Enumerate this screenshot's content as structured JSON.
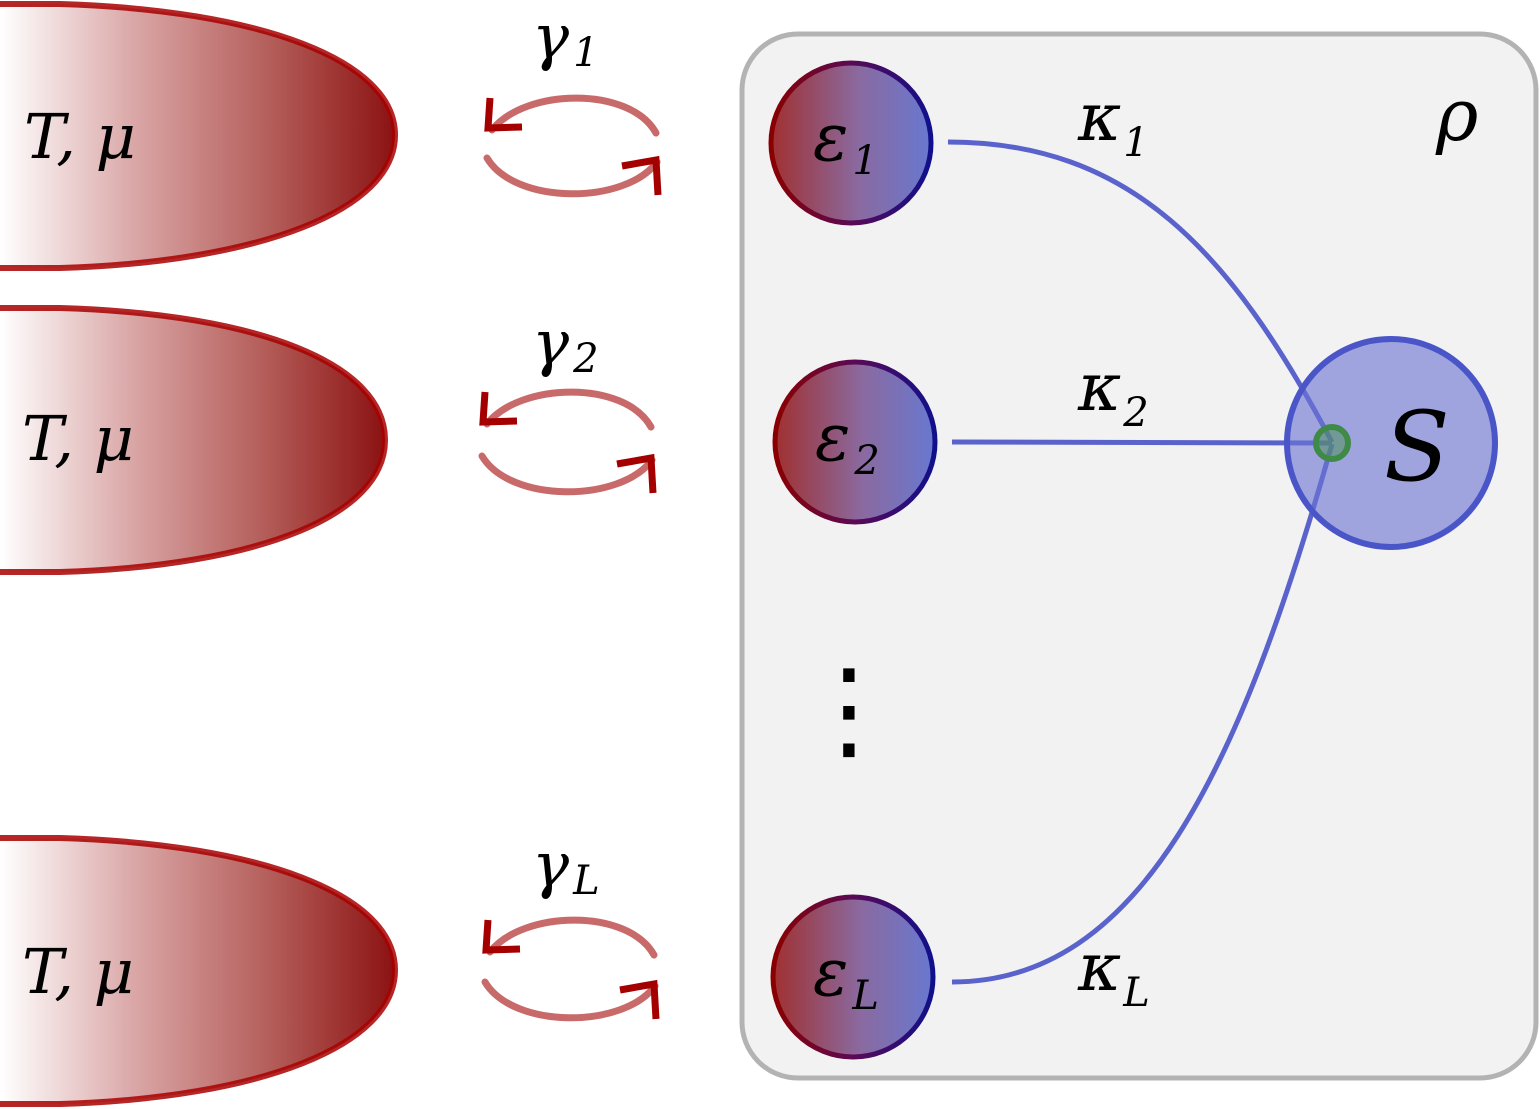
{
  "reservoirs": [
    {
      "label": "T, μ"
    },
    {
      "label": "T, μ"
    },
    {
      "label": "T, μ"
    }
  ],
  "couplings": [
    {
      "symbol": "γ",
      "subscript": "1"
    },
    {
      "symbol": "γ",
      "subscript": "2"
    },
    {
      "symbol": "γ",
      "subscript": "L"
    }
  ],
  "modes": [
    {
      "symbol": "ε",
      "subscript": "1"
    },
    {
      "symbol": "ε",
      "subscript": "2"
    },
    {
      "symbol": "ε",
      "subscript": "L"
    }
  ],
  "links": [
    {
      "symbol": "κ",
      "subscript": "1"
    },
    {
      "symbol": "κ",
      "subscript": "2"
    },
    {
      "symbol": "κ",
      "subscript": "L"
    }
  ],
  "system": {
    "label": "S"
  },
  "density_matrix": {
    "label": "ρ"
  },
  "ellipsis": "⋮",
  "colors": {
    "reservoir_dark": "#8b1212",
    "reservoir_edge": "#a80000",
    "arrow": "#c96a6a",
    "arrow_head": "#a50000",
    "mode_left": "#9b3030",
    "mode_right": "#5f6fd0",
    "mode_border_red": "#8a0000",
    "mode_border_blue": "#10108a",
    "link": "#5a63cc",
    "system_fill": "#9aa0dc",
    "system_edge": "#4a55c8",
    "box_fill": "#f2f2f2",
    "box_edge": "#b3b3b3",
    "center_dot": "#3f8a46"
  }
}
